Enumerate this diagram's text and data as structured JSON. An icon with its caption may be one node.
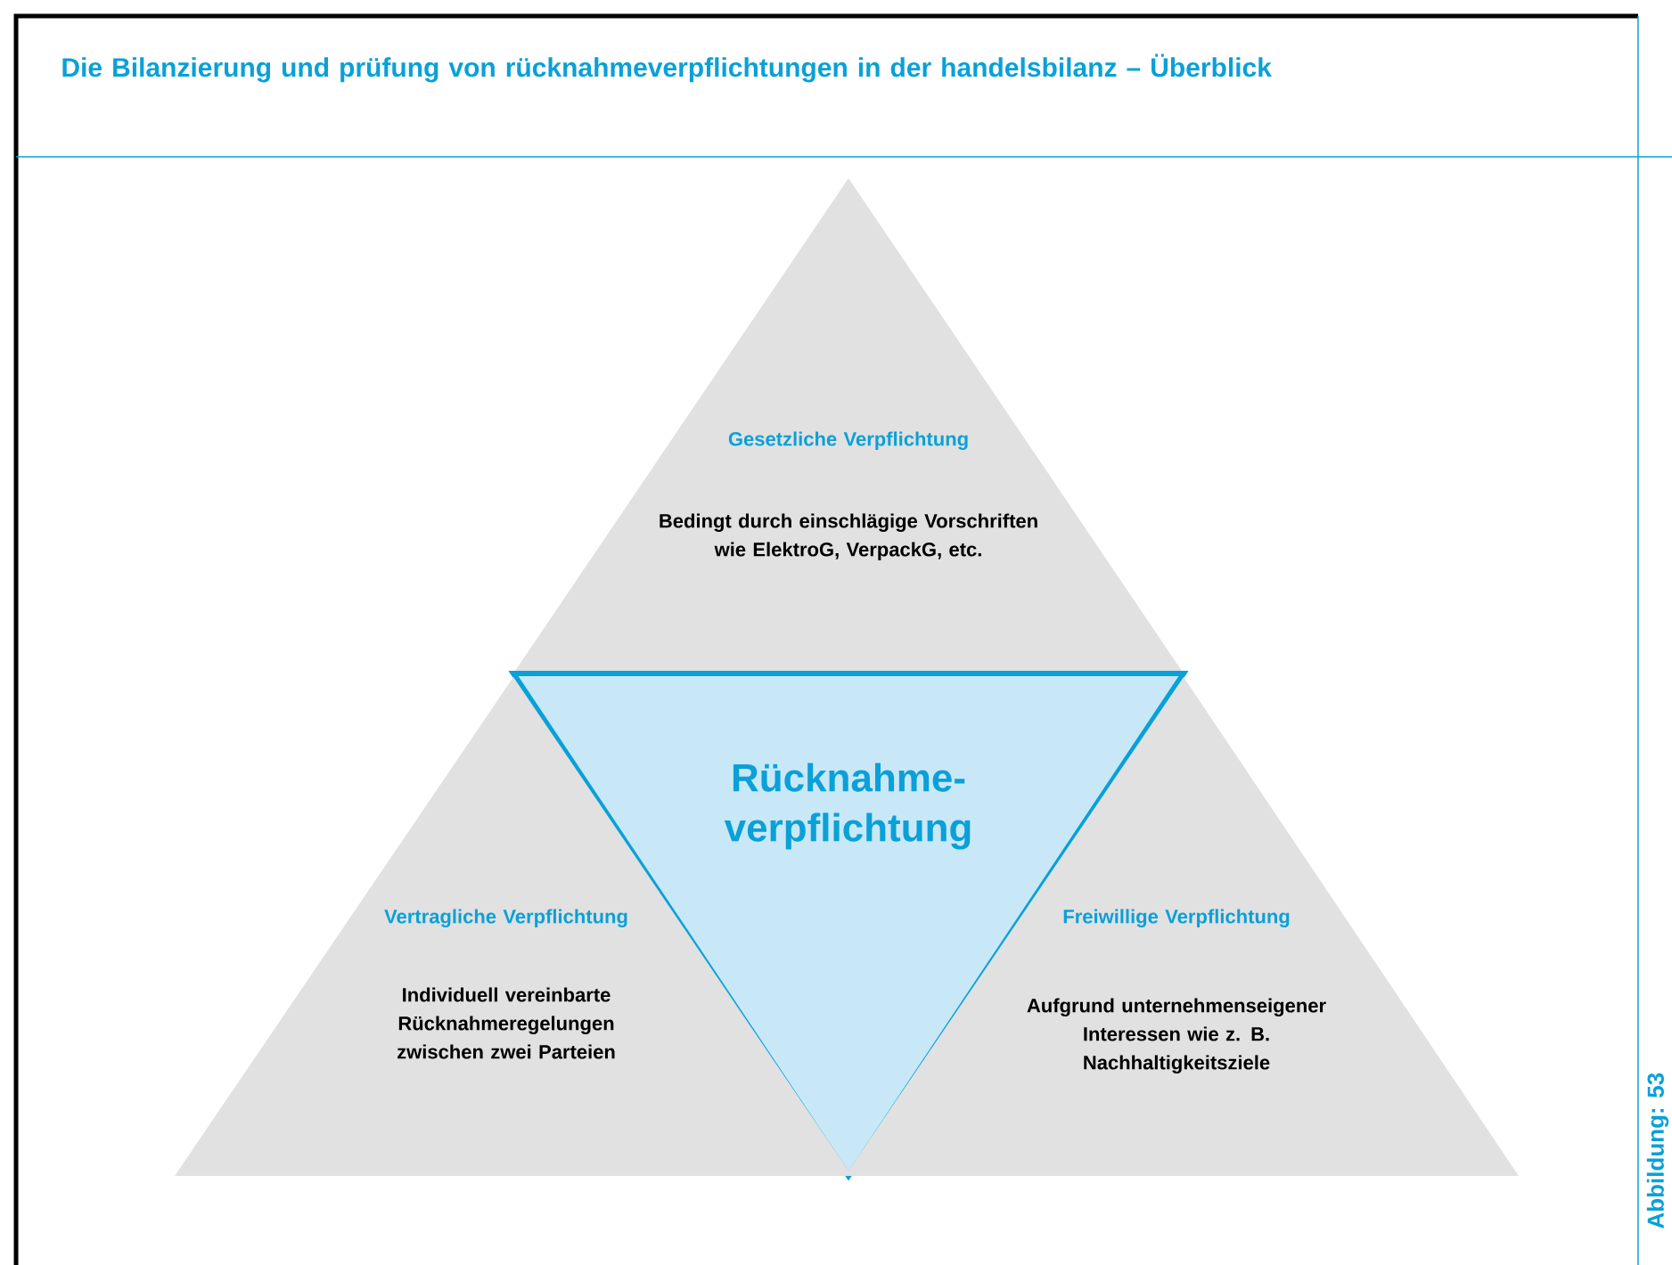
{
  "diagram": {
    "title": "Die Bilanzierung und prüfung von rücknahmeverpflichtungen in der handelsbilanz – Überblick",
    "nodes": [
      {
        "text": [
          "Gesetzliche Verpflichtung",
          "Bedingt durch einschlägige Vorschriften wie ElektroG, VerpackG, etc."
        ]
      },
      {
        "text": [
          "Rücknahme- verpflichtung"
        ]
      },
      {
        "text": [
          "Vertragliche Verpflichtung",
          "Individuell vereinbarte Rücknahmeregelungen zwischen zwei Parteien"
        ]
      },
      {
        "text": [
          "Freiwillige Verpflichtung",
          "Aufgrund unternehmenseigener Interessen wie z. B. Nachhaltigkeitsziele"
        ]
      }
    ],
    "labels": [
      "Abbildung: 53"
    ]
  }
}
